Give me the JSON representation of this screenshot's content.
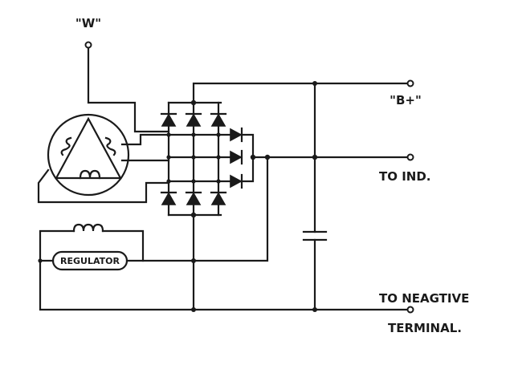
{
  "labels": {
    "w_terminal": "\"W\"",
    "b_plus": "\"B+\"",
    "to_ind": "TO IND.",
    "to_negative_line1": "TO NEAGTIVE",
    "to_negative_line2": "TERMINAL.",
    "regulator": "REGULATOR"
  },
  "components": {
    "stator_coil_glyph": "000",
    "field_coil_glyph": "000"
  }
}
